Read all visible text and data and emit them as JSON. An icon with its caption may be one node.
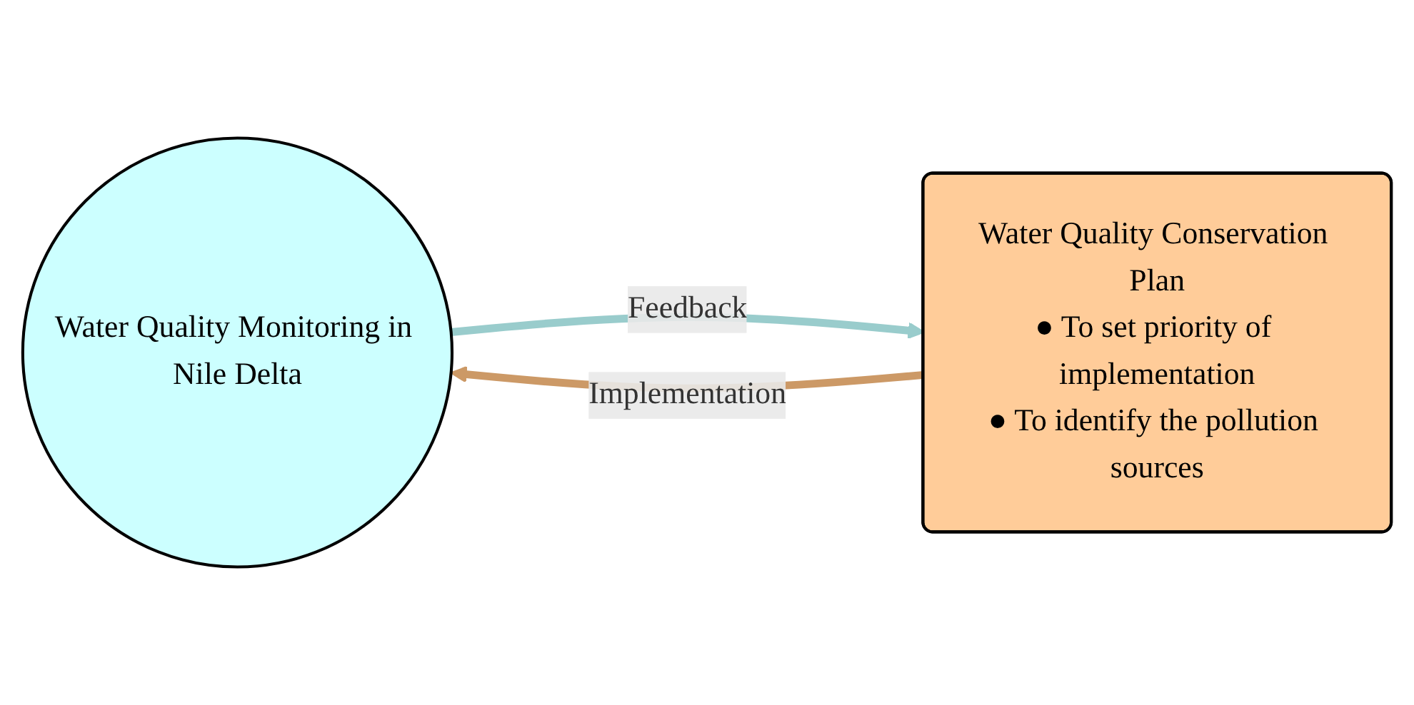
{
  "diagram": {
    "nodes": [
      {
        "text": [
          "Water Quality Monitoring in Nile Delta"
        ]
      },
      {
        "text": [
          "Water Quality Conservation Plan",
          "● To set priority of implementation",
          "● To identify the pollution sources"
        ]
      }
    ],
    "edges": [
      {
        "from": 0,
        "to": 1,
        "arrow": "to",
        "label": "Feedback",
        "color": "#99cccc"
      },
      {
        "from": 1,
        "to": 0,
        "arrow": "to",
        "label": "Implementation",
        "color": "#cc9966"
      }
    ]
  }
}
